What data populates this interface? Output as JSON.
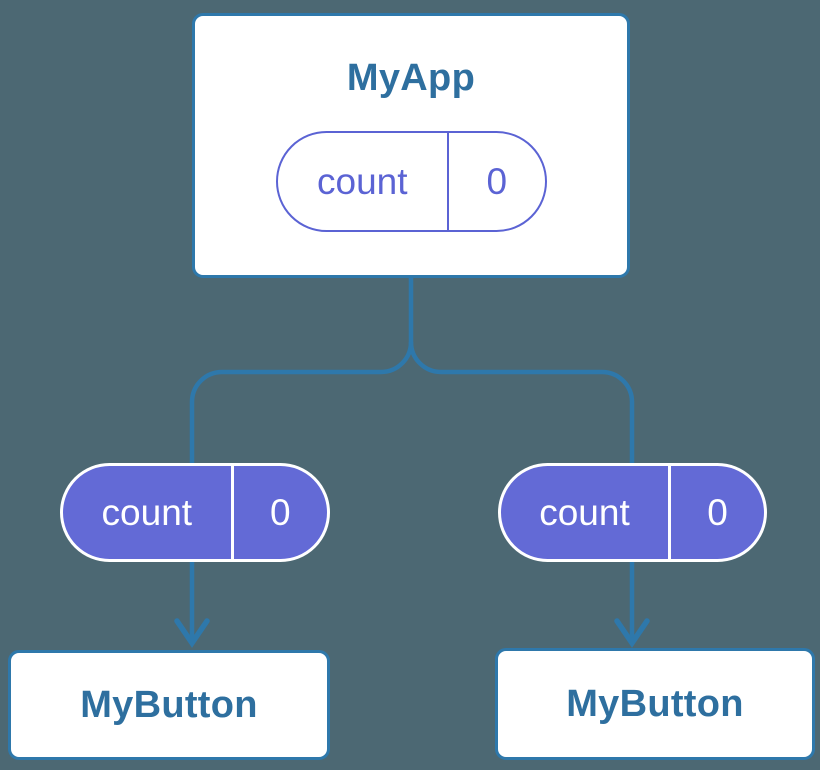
{
  "tree": {
    "root": {
      "label": "MyApp",
      "state": {
        "name": "count",
        "value": "0"
      }
    },
    "children": [
      {
        "label": "MyButton",
        "state": {
          "name": "count",
          "value": "0"
        }
      },
      {
        "label": "MyButton",
        "state": {
          "name": "count",
          "value": "0"
        }
      }
    ],
    "colors": {
      "background": "#4c6873",
      "connector_blue": "#2e78ab",
      "node_title_blue": "#2e6f9f",
      "node_background": "#ffffff",
      "state_pill_fill_purple": "#636ad6",
      "state_pill_outline_purple": "#5b63d4",
      "state_pill_text_on_fill": "#ffffff"
    }
  }
}
